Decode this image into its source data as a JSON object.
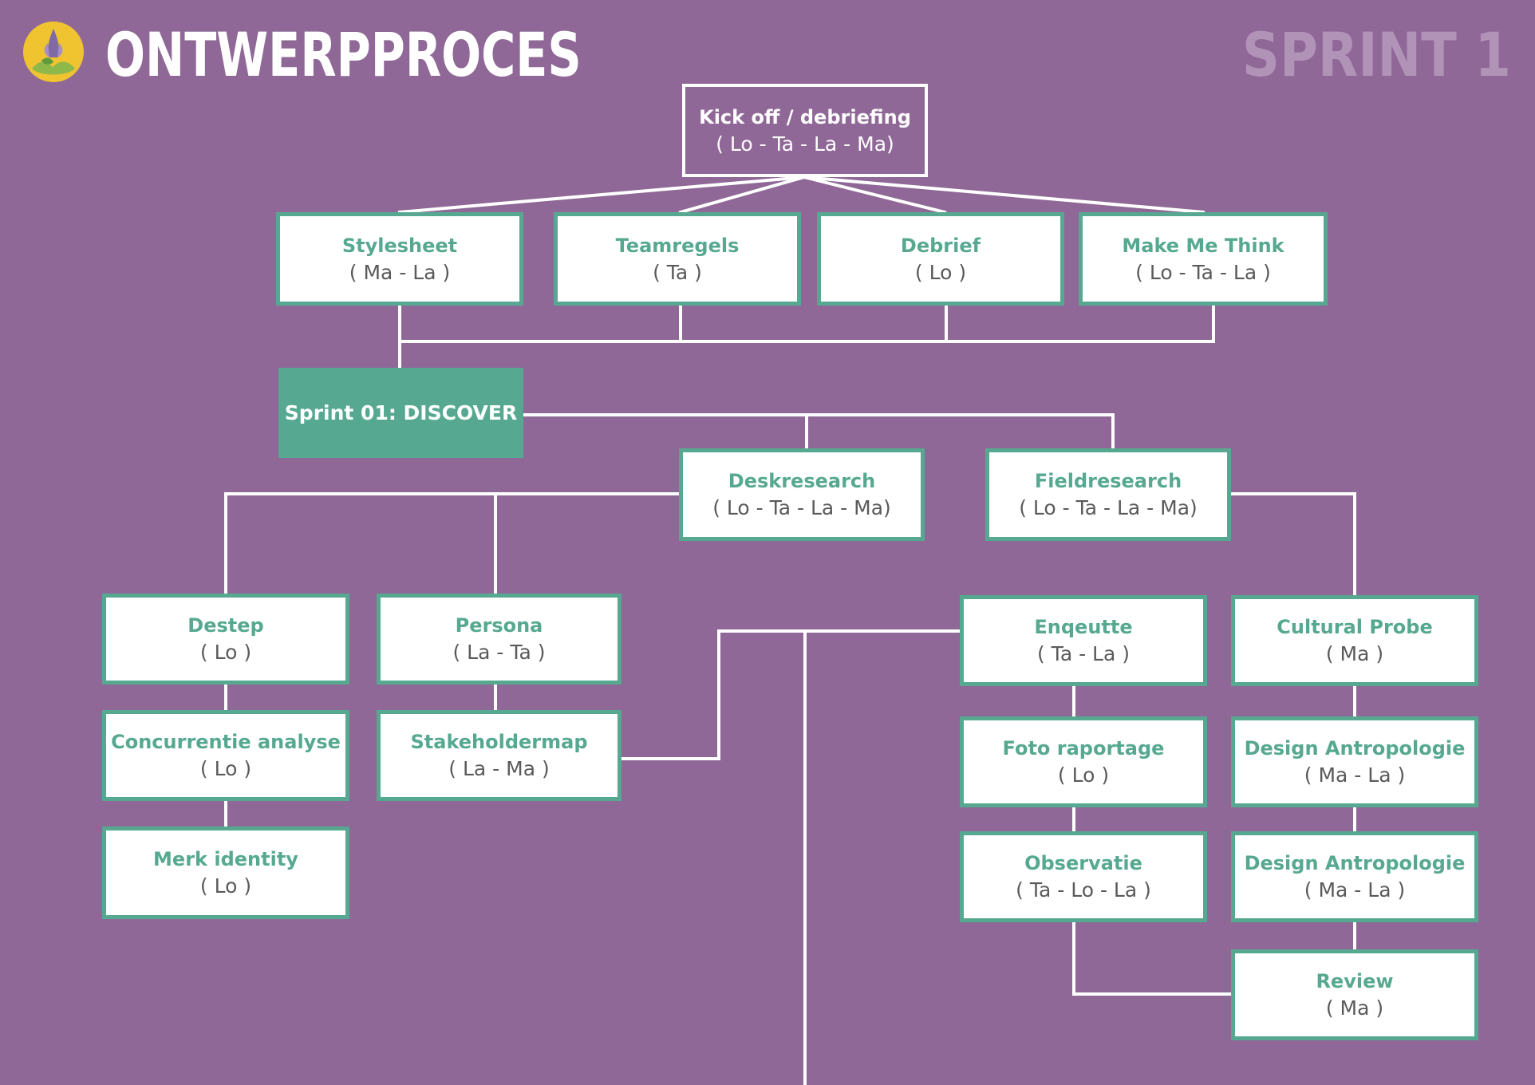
{
  "header": {
    "title": "ONTWERPPROCES",
    "sprint_label": "SPRINT 1"
  },
  "nodes": {
    "kickoff": {
      "title": "Kick off / debriefing",
      "roles": "( Lo - Ta - La - Ma)"
    },
    "stylesheet": {
      "title": "Stylesheet",
      "roles": "( Ma - La )"
    },
    "teamregels": {
      "title": "Teamregels",
      "roles": "( Ta )"
    },
    "debrief": {
      "title": "Debrief",
      "roles": "( Lo )"
    },
    "makemethink": {
      "title": "Make Me Think",
      "roles": "( Lo - Ta - La )"
    },
    "sprint01": {
      "title": "Sprint 01: DISCOVER"
    },
    "deskresearch": {
      "title": "Deskresearch",
      "roles": "( Lo - Ta - La - Ma)"
    },
    "fieldresearch": {
      "title": "Fieldresearch",
      "roles": "( Lo - Ta - La - Ma)"
    },
    "destep": {
      "title": "Destep",
      "roles": "( Lo )"
    },
    "persona": {
      "title": "Persona",
      "roles": "( La - Ta )"
    },
    "concurrentie": {
      "title": "Concurrentie analyse",
      "roles": "( Lo )"
    },
    "stakeholdermap": {
      "title": "Stakeholdermap",
      "roles": "( La - Ma )"
    },
    "merkidentity": {
      "title": "Merk identity",
      "roles": "( Lo )"
    },
    "enqeutte": {
      "title": "Enqeutte",
      "roles": "( Ta - La )"
    },
    "culturalprobe": {
      "title": "Cultural Probe",
      "roles": "( Ma )"
    },
    "fotoraportage": {
      "title": "Foto raportage",
      "roles": "( Lo )"
    },
    "designantro1": {
      "title": "Design Antropologie",
      "roles": "( Ma - La )"
    },
    "observatie": {
      "title": "Observatie",
      "roles": "( Ta - Lo - La )"
    },
    "designantro2": {
      "title": "Design Antropologie",
      "roles": "( Ma - La )"
    },
    "review": {
      "title": "Review",
      "roles": "( Ma )"
    }
  },
  "colors": {
    "background": "#8f6897",
    "accent": "#56a990",
    "line": "#ffffff",
    "sprint_label": "#b293b8"
  },
  "icons": {
    "logo": "flower-logo-icon"
  }
}
